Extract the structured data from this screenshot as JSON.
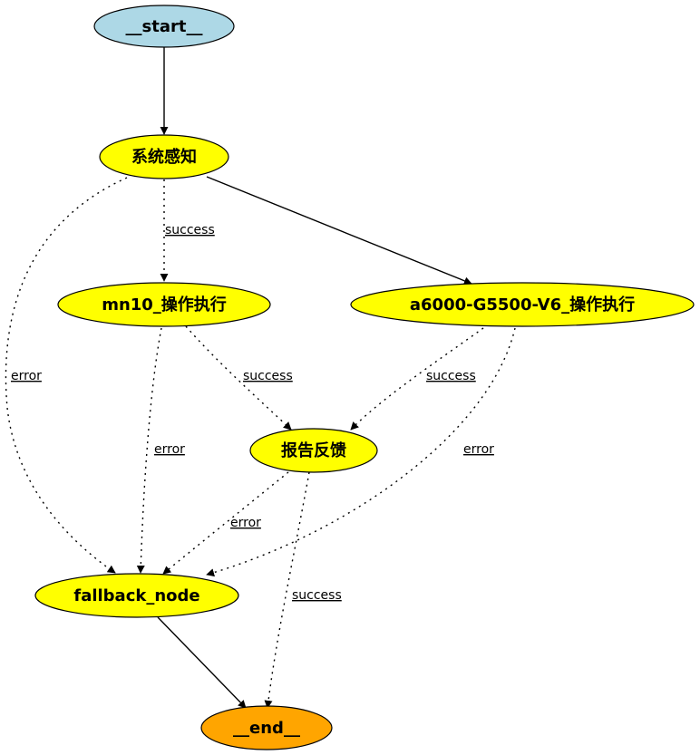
{
  "nodes": {
    "start": {
      "label": "__start__",
      "color": "#add8e6"
    },
    "perceive": {
      "label": "系统感知",
      "color": "#ffff00"
    },
    "mn10": {
      "label": "mn10_操作执行",
      "color": "#ffff00"
    },
    "a6000": {
      "label": "a6000-G5500-V6_操作执行",
      "color": "#ffff00"
    },
    "report": {
      "label": "报告反馈",
      "color": "#ffff00"
    },
    "fallback": {
      "label": "fallback_node",
      "color": "#ffff00"
    },
    "end": {
      "label": "__end__",
      "color": "#ffa500"
    }
  },
  "edges": {
    "perceive_mn10": {
      "label": "success"
    },
    "perceive_fallback": {
      "label": "error"
    },
    "mn10_report": {
      "label": "success"
    },
    "mn10_fallback": {
      "label": "error"
    },
    "a6000_report": {
      "label": "success"
    },
    "a6000_fallback": {
      "label": "error"
    },
    "report_fallback": {
      "label": "error"
    },
    "report_end": {
      "label": "success"
    }
  }
}
